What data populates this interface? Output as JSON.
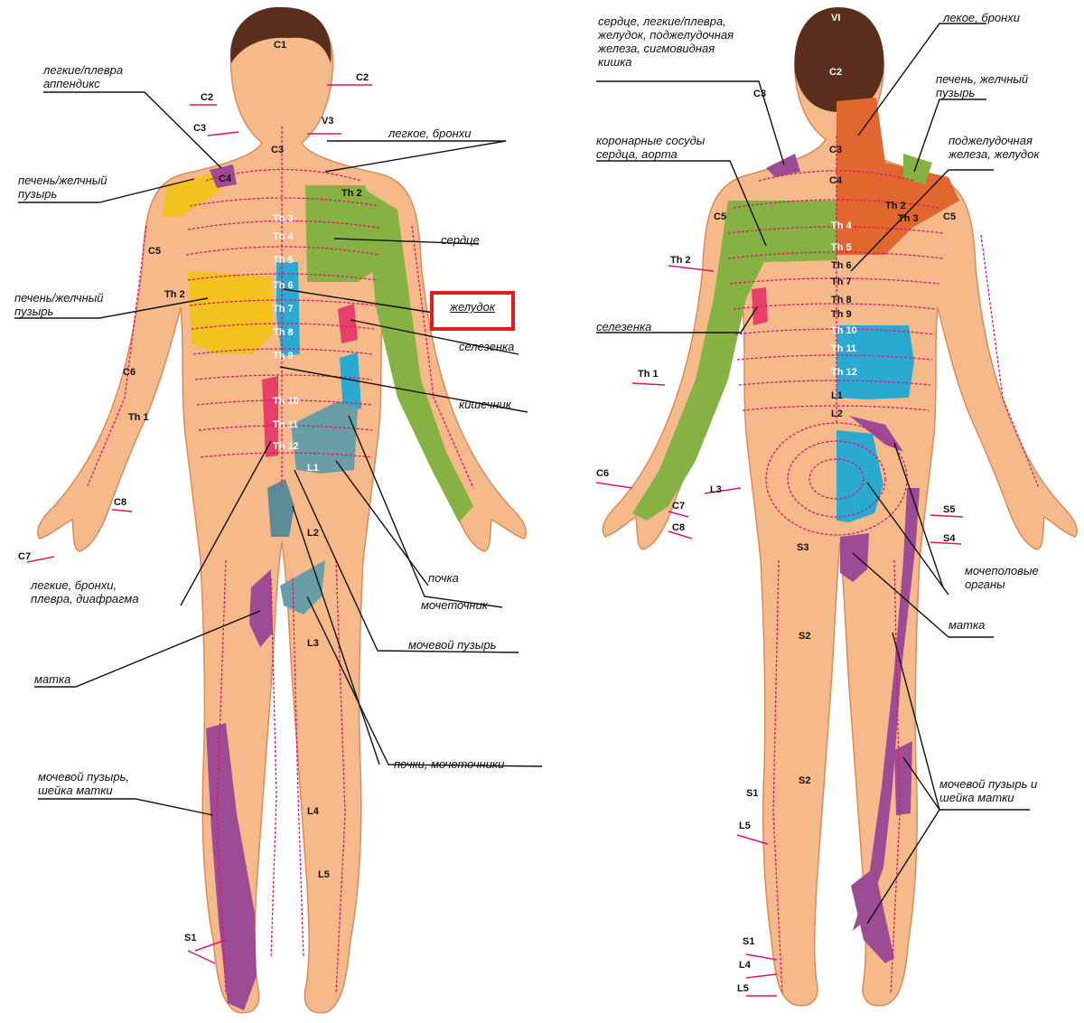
{
  "colors": {
    "skin": "#f6b98a",
    "skin_shadow": "#e49766",
    "dermatome_line": "#e2126e",
    "heart_lung": "#86b244",
    "liver_gallbladder": "#f2c21e",
    "stomach_intestine": "#2aaad0",
    "kidney_bladder": "#6a9ea6",
    "reproductive": "#9b4c94",
    "neck_lung": "#e2672e",
    "spleen": "#e6406a",
    "highlight": "#e21b1b"
  },
  "highlighted_label": "желудок",
  "front": {
    "labels": [
      {
        "id": "lung-pleura-appendix",
        "text": "легкие/плевра\nаппендикс"
      },
      {
        "id": "liver-gallbladder-top",
        "text": "печень/желчный\nпузырь"
      },
      {
        "id": "liver-gallbladder-mid",
        "text": "печень/желчный\nпузырь"
      },
      {
        "id": "lung-bronchi",
        "text": "легкое, бронхи"
      },
      {
        "id": "heart",
        "text": "сердце"
      },
      {
        "id": "spleen",
        "text": "селезенка"
      },
      {
        "id": "intestine",
        "text": "кишечник"
      },
      {
        "id": "kidney",
        "text": "почка"
      },
      {
        "id": "ureter",
        "text": "мочеточник"
      },
      {
        "id": "bladder",
        "text": "мочевой пузырь"
      },
      {
        "id": "lungs-diaphragm",
        "text": "легкие, бронхи,\nплевра, диафрагма"
      },
      {
        "id": "uterus",
        "text": "матка"
      },
      {
        "id": "kidneys-ureters",
        "text": "почки, мочеточники"
      },
      {
        "id": "bladder-cervix",
        "text": "мочевой пузырь,\nшейка матки"
      }
    ],
    "segments": [
      "C1",
      "C2",
      "C2",
      "C3",
      "V3",
      "C3",
      "C4",
      "Th 2",
      "Th 3",
      "Th 4",
      "Th 5",
      "Th 6",
      "Th 7",
      "Th 8",
      "Th 9",
      "Th 10",
      "Th 11",
      "Th 12",
      "L1",
      "L2",
      "L3",
      "L4",
      "L5",
      "C5",
      "Th 2",
      "C6",
      "Th 1",
      "C8",
      "C7",
      "S1"
    ]
  },
  "back": {
    "labels": [
      {
        "id": "heart-lungs-stomach",
        "text": "сердце, легкие/плевра,\nжелудок, поджелудочная\nжелеза, сигмовидная\nкишка"
      },
      {
        "id": "lung-bronchi",
        "text": "лекое, бронхи"
      },
      {
        "id": "liver-gallbladder",
        "text": "печень, желчный\nпузырь"
      },
      {
        "id": "pancreas-stomach",
        "text": "поджелудочная\nжелеза, желудок"
      },
      {
        "id": "coronary",
        "text": "коронарные сосуды\nсердца, аорта"
      },
      {
        "id": "spleen",
        "text": "селезенка"
      },
      {
        "id": "genitourinary",
        "text": "мочеполовые\nорганы"
      },
      {
        "id": "uterus",
        "text": "матка"
      },
      {
        "id": "bladder-cervix",
        "text": "мочевой пузырь и\nшейка матки"
      }
    ],
    "segments": [
      "VI",
      "C2",
      "C3",
      "C3",
      "C4",
      "Th 2",
      "Th 3",
      "Th 4",
      "Th 5",
      "Th 6",
      "Th 7",
      "Th 8",
      "Th 9",
      "Th 10",
      "Th 11",
      "Th 12",
      "L1",
      "L2",
      "C5",
      "C5",
      "Th 2",
      "Th 1",
      "C6",
      "C7",
      "C8",
      "L3",
      "S5",
      "S4",
      "S3",
      "S2",
      "S2",
      "S1",
      "L5",
      "S1",
      "L4",
      "L5"
    ]
  }
}
